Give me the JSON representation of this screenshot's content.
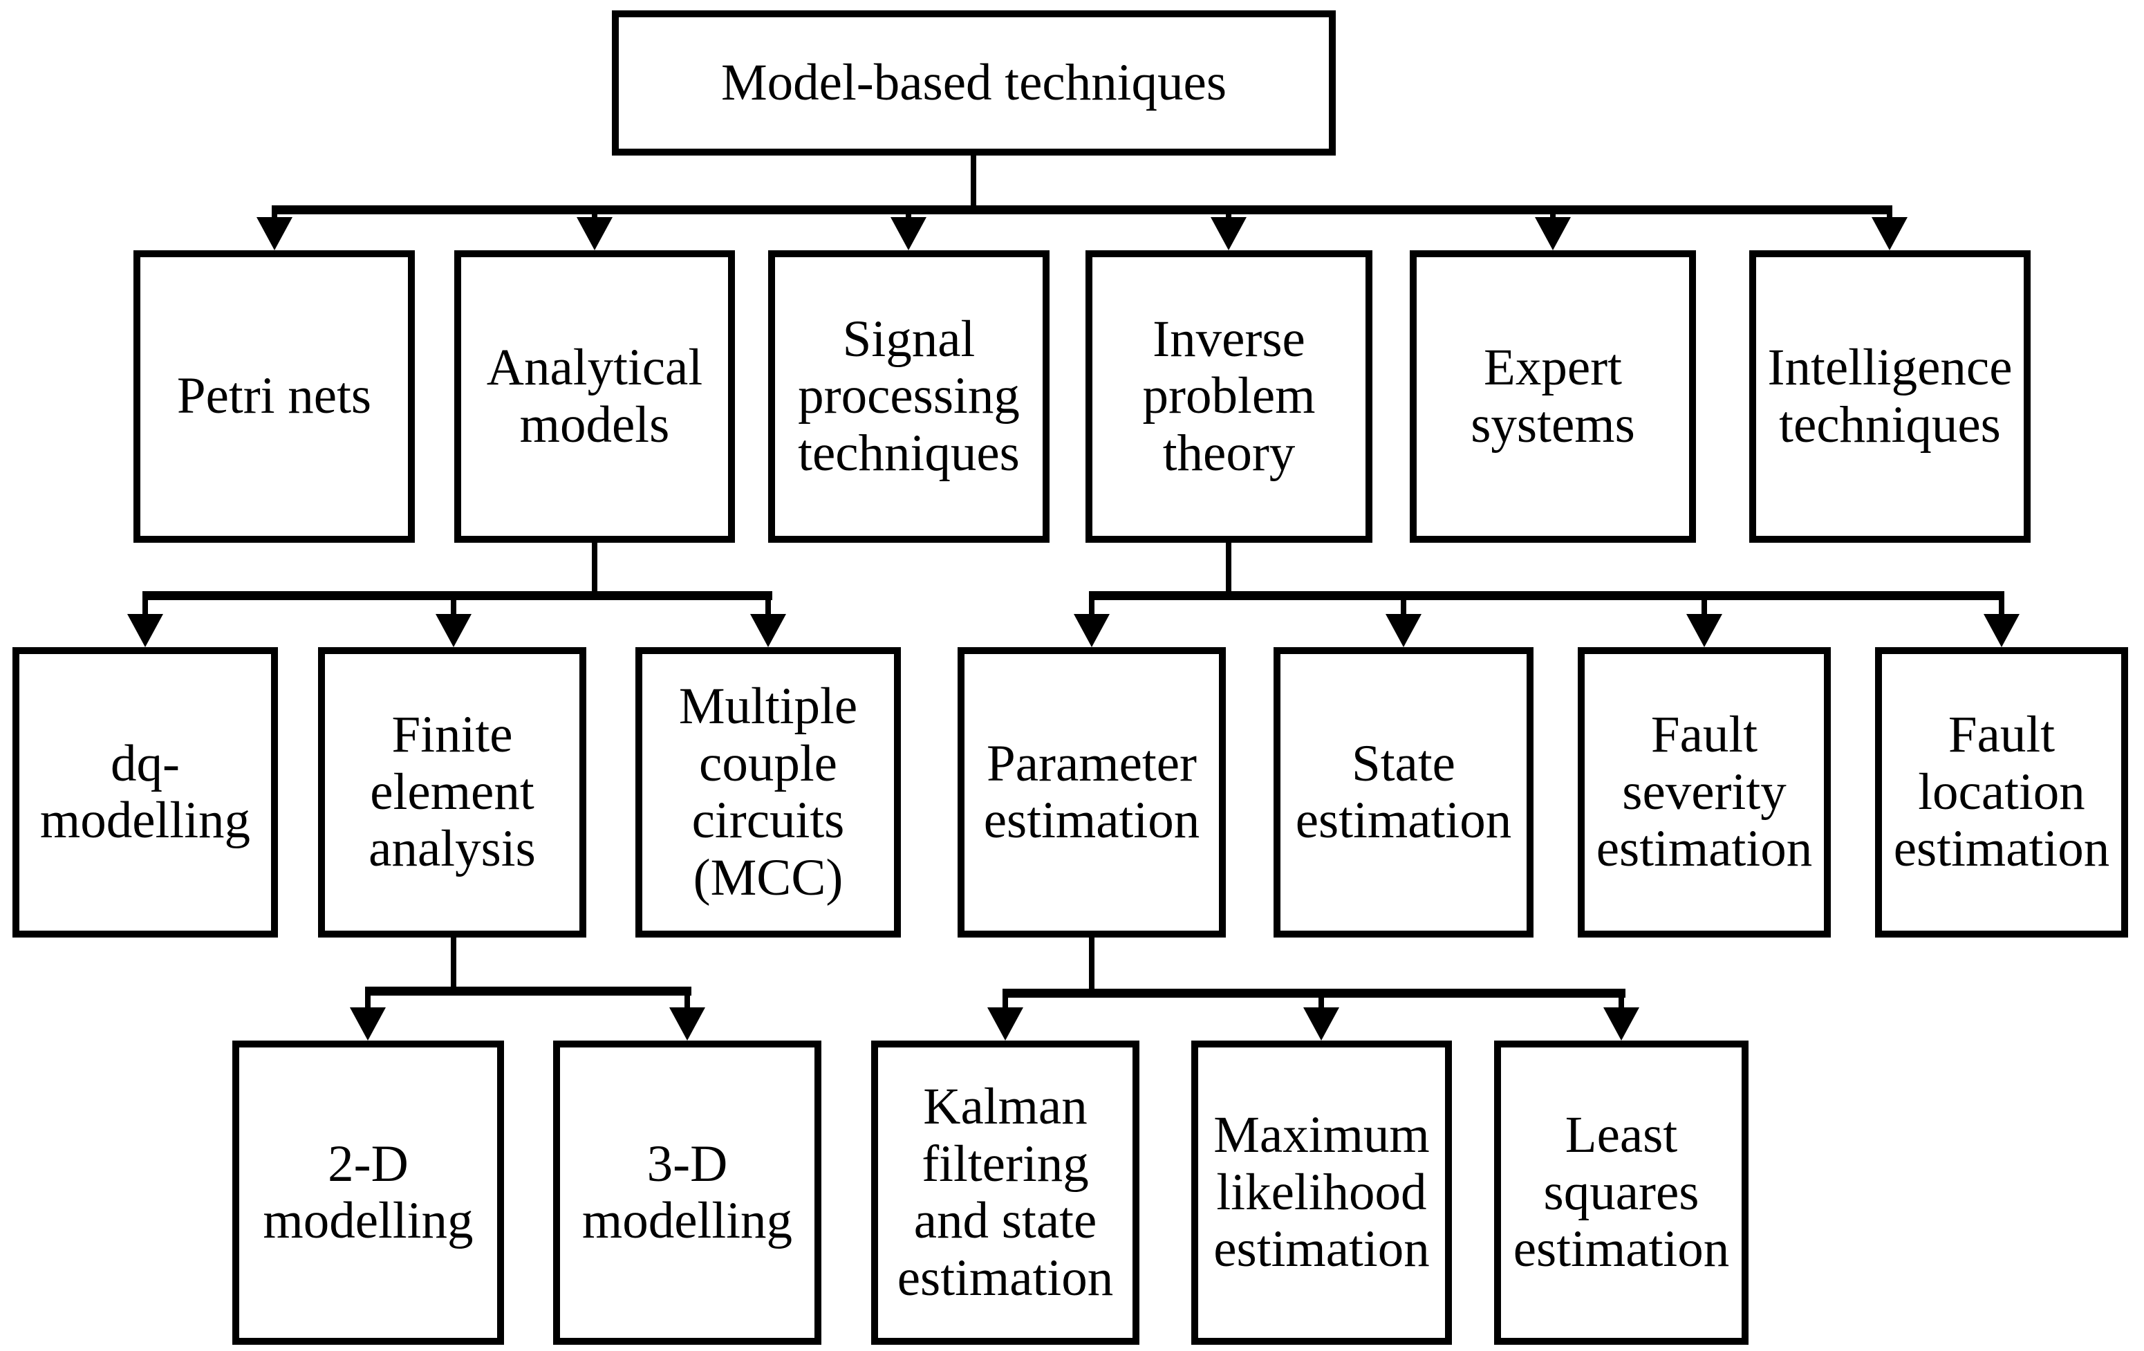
{
  "figure": {
    "type": "hierarchy-tree-diagram",
    "background_color": "#ffffff",
    "line_color": "#000000",
    "box_border_color": "#000000",
    "text_color": "#000000"
  },
  "nodes": {
    "root": "Model-based techniques",
    "petri_nets": "Petri nets",
    "analytical_models": "Analytical\nmodels",
    "signal_processing": "Signal\nprocessing\ntechniques",
    "inverse_problem": "Inverse\nproblem\ntheory",
    "expert_systems": "Expert\nsystems",
    "intelligence_techniques": "Intelligence\ntechniques",
    "dq_modelling": "dq-\nmodelling",
    "finite_element": "Finite\nelement\nanalysis",
    "mcc": "Multiple\ncouple\ncircuits\n(MCC)",
    "parameter_estimation": "Parameter\nestimation",
    "state_estimation": "State\nestimation",
    "fault_severity": "Fault\nseverity\nestimation",
    "fault_location": "Fault\nlocation\nestimation",
    "modelling_2d": "2-D\nmodelling",
    "modelling_3d": "3-D\nmodelling",
    "kalman": "Kalman\nfiltering\nand state\nestimation",
    "max_likelihood": "Maximum\nlikelihood\nestimation",
    "least_squares": "Least\nsquares\nestimation"
  },
  "edges": [
    {
      "from": "root",
      "to": [
        "petri_nets",
        "analytical_models",
        "signal_processing",
        "inverse_problem",
        "expert_systems",
        "intelligence_techniques"
      ]
    },
    {
      "from": "analytical_models",
      "to": [
        "dq_modelling",
        "finite_element",
        "mcc"
      ]
    },
    {
      "from": "inverse_problem",
      "to": [
        "parameter_estimation",
        "state_estimation",
        "fault_severity",
        "fault_location"
      ]
    },
    {
      "from": "finite_element",
      "to": [
        "modelling_2d",
        "modelling_3d"
      ]
    },
    {
      "from": "parameter_estimation",
      "to": [
        "kalman",
        "max_likelihood",
        "least_squares"
      ]
    }
  ]
}
